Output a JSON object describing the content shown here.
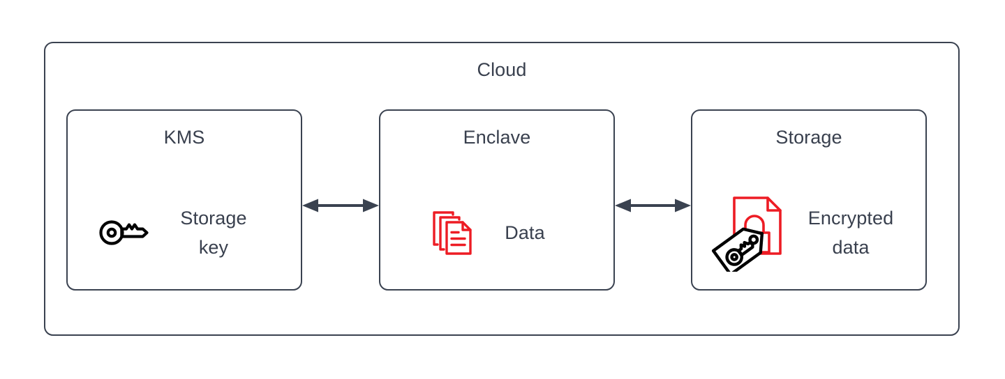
{
  "diagram": {
    "title": "Cloud",
    "colors": {
      "stroke": "#3a4250",
      "text": "#39404e",
      "accent_red": "#ed1c24",
      "icon_black": "#000000",
      "background": "#ffffff"
    },
    "nodes": [
      {
        "id": "kms",
        "title": "KMS",
        "label": "Storage\nkey",
        "icon": "key-icon",
        "icon_color": "#000000"
      },
      {
        "id": "enclave",
        "title": "Enclave",
        "label": "Data",
        "icon": "documents-stack-icon",
        "icon_color": "#ed1c24"
      },
      {
        "id": "storage",
        "title": "Storage",
        "label": "Encrypted\ndata",
        "icon": "locked-document-with-key-tag-icon",
        "icon_color": "#ed1c24"
      }
    ],
    "connectors": [
      {
        "id": "kms-enclave",
        "from": "kms",
        "to": "enclave",
        "style": "double-arrow"
      },
      {
        "id": "enclave-storage",
        "from": "enclave",
        "to": "storage",
        "style": "double-arrow"
      }
    ]
  }
}
